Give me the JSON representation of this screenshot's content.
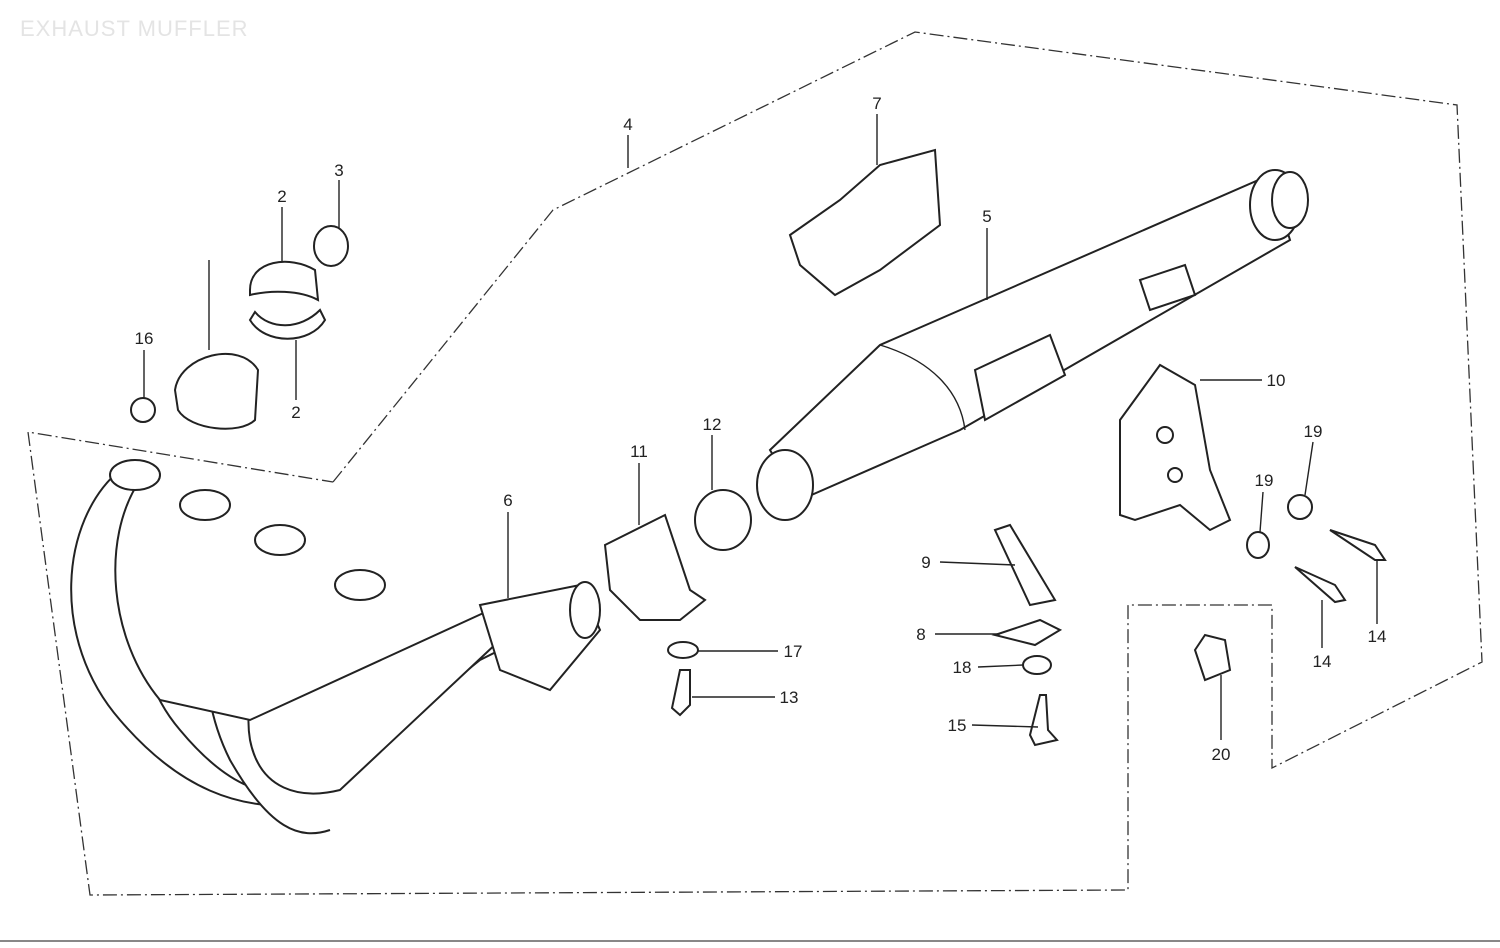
{
  "title": "EXHAUST MUFFLER",
  "labels": [
    "4",
    "7",
    "3",
    "2",
    "2",
    "16",
    "5",
    "10",
    "19",
    "19",
    "12",
    "11",
    "6",
    "9",
    "8",
    "18",
    "15",
    "17",
    "13",
    "14",
    "14",
    "20"
  ]
}
